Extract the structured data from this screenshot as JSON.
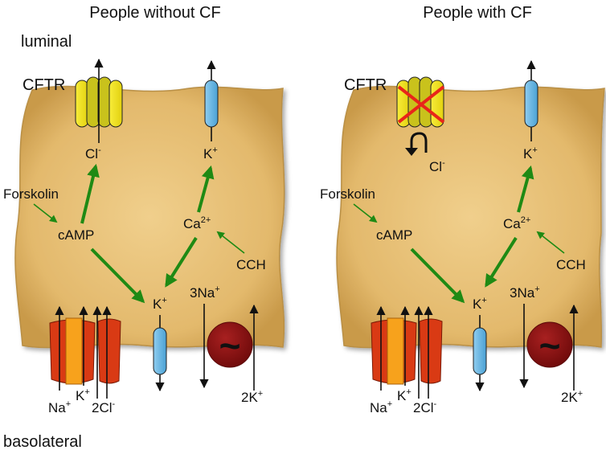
{
  "panels": [
    {
      "title": "People without CF",
      "cftr_label": "CFTR",
      "cl": "Cl",
      "cl_sup": "-",
      "k_top": "K",
      "k_top_sup": "+",
      "forskolin": "Forskolin",
      "camp": "cAMP",
      "ca": "Ca",
      "ca_sup": "2+",
      "cch": "CCH",
      "k_mid": "K",
      "k_mid_sup": "+",
      "na3": "3Na",
      "na3_sup": "+",
      "na": "Na",
      "na_sup": "+",
      "k_bot": "K",
      "k_bot_sup": "+",
      "cl2": "2Cl",
      "cl2_sup": "-",
      "k2": "2K",
      "k2_sup": "+",
      "pump_symbol": "~",
      "cftr_blocked": false
    },
    {
      "title": "People with CF",
      "cftr_label": "CFTR",
      "cl": "Cl",
      "cl_sup": "-",
      "k_top": "K",
      "k_top_sup": "+",
      "forskolin": "Forskolin",
      "camp": "cAMP",
      "ca": "Ca",
      "ca_sup": "2+",
      "cch": "CCH",
      "k_mid": "K",
      "k_mid_sup": "+",
      "na3": "3Na",
      "na3_sup": "+",
      "na": "Na",
      "na_sup": "+",
      "k_bot": "K",
      "k_bot_sup": "+",
      "cl2": "2Cl",
      "cl2_sup": "-",
      "k2": "2K",
      "k2_sup": "+",
      "pump_symbol": "~",
      "cftr_blocked": true
    }
  ],
  "side_labels": {
    "luminal": "luminal",
    "basolateral": "basolateral"
  },
  "colors": {
    "cell_fill": "#e6bd72",
    "cell_edge": "#b98f45",
    "cftr": "#f3e21a",
    "cftr_dark": "#c9c21c",
    "k_channel": "#6ab8e4",
    "cotransporter_red": "#d93a14",
    "cotransporter_orange": "#f7a21c",
    "pump": "#8b1212",
    "green_arrow": "#1f8a14",
    "block_x": "#e8251a"
  }
}
